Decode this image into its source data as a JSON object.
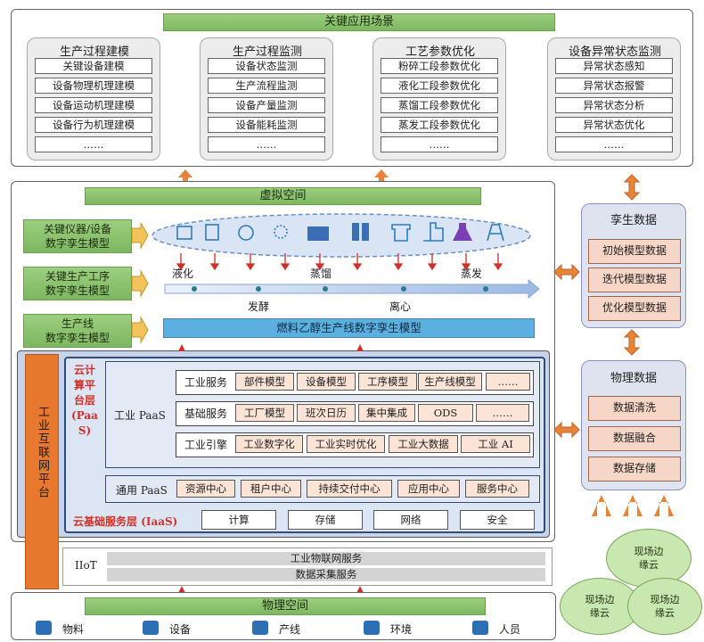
{
  "top": {
    "title": "关键应用场景",
    "cards": [
      {
        "title": "生产过程建模",
        "items": [
          "关键设备建模",
          "设备物理机理建模",
          "设备运动机理建模",
          "设备行为机理建模",
          "……"
        ]
      },
      {
        "title": "生产过程监测",
        "items": [
          "设备状态监测",
          "生产流程监测",
          "设备产量监测",
          "设备能耗监测",
          "……"
        ]
      },
      {
        "title": "工艺参数优化",
        "items": [
          "粉碎工段参数优化",
          "液化工段参数优化",
          "蒸馏工段参数优化",
          "蒸发工段参数优化",
          "……"
        ]
      },
      {
        "title": "设备异常状态监测",
        "items": [
          "异常状态感知",
          "异常状态报警",
          "异常状态分析",
          "异常状态优化",
          "……"
        ]
      }
    ]
  },
  "virtual": {
    "title": "虚拟空间",
    "left_labels": [
      "关键仪器/设备\n数字孪生模型",
      "关键生产工序\n数字孪生模型",
      "生产线\n数字孪生模型"
    ],
    "process_top": [
      "液化",
      "蒸馏",
      "蒸发"
    ],
    "process_bottom": [
      "发酵",
      "离心"
    ],
    "model_bar": "燃料乙醇生产线数字孪生模型"
  },
  "platform": {
    "vertical_label": "工业互联网平台",
    "paas_label": "云计算平台层(PaaS)",
    "industrial_paas": "工业 PaaS",
    "rows": [
      {
        "label": "工业服务",
        "items": [
          "部件模型",
          "设备模型",
          "工序模型",
          "生产线模型",
          "……"
        ]
      },
      {
        "label": "基础服务",
        "items": [
          "工厂模型",
          "班次日历",
          "集中集成",
          "ODS",
          "……"
        ]
      },
      {
        "label": "工业引擎",
        "items": [
          "工业数字化",
          "工业实时优化",
          "工业大数据",
          "工业 AI"
        ]
      }
    ],
    "general_paas": {
      "label": "通用 PaaS",
      "items": [
        "资源中心",
        "租户中心",
        "持续交付中心",
        "应用中心",
        "服务中心"
      ]
    },
    "iaas": {
      "label": "云基础服务层 (IaaS)",
      "items": [
        "计算",
        "存储",
        "网络",
        "安全"
      ]
    }
  },
  "iiot": {
    "label": "IIoT",
    "lines": [
      "工业物联网服务",
      "数据采集服务"
    ]
  },
  "physical": {
    "title": "物理空间",
    "items": [
      {
        "icon": "cart-icon",
        "label": "物料"
      },
      {
        "icon": "hydrant-icon",
        "label": "设备"
      },
      {
        "icon": "production-line-icon",
        "label": "产线"
      },
      {
        "icon": "environment-icon",
        "label": "环境"
      },
      {
        "icon": "people-icon",
        "label": "人员"
      }
    ]
  },
  "twin_data": {
    "title": "孪生数据",
    "items": [
      "初始模型数据",
      "迭代模型数据",
      "优化模型数据"
    ]
  },
  "physical_data": {
    "title": "物理数据",
    "items": [
      "数据清洗",
      "数据融合",
      "数据存储"
    ]
  },
  "clouds": [
    "现场边\n缘云",
    "现场边\n缘云",
    "现场边\n缘云"
  ],
  "colors": {
    "green": "#8cc56c",
    "orange": "#e8833a",
    "blue": "#5bb0e0",
    "pink": "#fbe3d6",
    "lavender": "#dfe3f0",
    "red_text": "#d0302a"
  }
}
